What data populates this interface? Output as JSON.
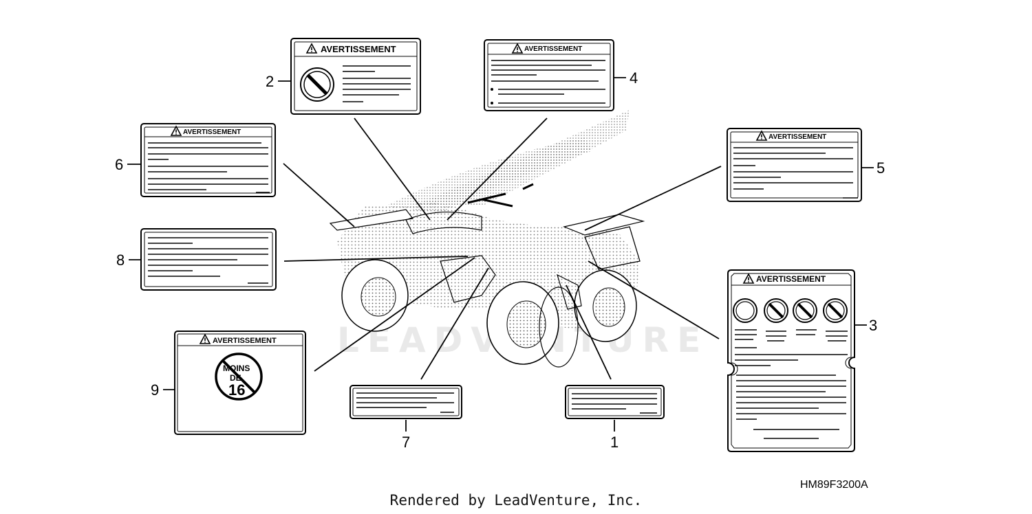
{
  "watermark": "LEADVENTURE",
  "diagram_code": "HM89F3200A",
  "footer": "Rendered by LeadVenture, Inc.",
  "label_heading": "AVERTISSEMENT",
  "age_label": {
    "line1": "MOINS",
    "line2": "DE",
    "line3": "16"
  },
  "callouts": [
    "1",
    "2",
    "3",
    "4",
    "5",
    "6",
    "7",
    "8",
    "9"
  ],
  "colors": {
    "ink": "#000000",
    "watermark": "#e9e9e9",
    "background": "#ffffff"
  },
  "icons": [
    "warning-triangle-icon",
    "prohibition-icon"
  ]
}
